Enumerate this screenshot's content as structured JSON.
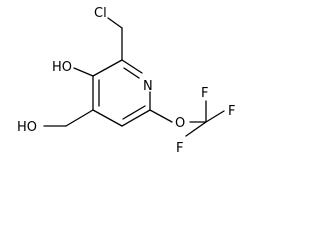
{
  "atoms": {
    "cl": "Cl",
    "ho_ring": "HO",
    "n": "N",
    "o_ether": "O",
    "f_top": "F",
    "f_left": "F",
    "f_right": "F",
    "ho_ch2": "HO"
  },
  "colors": {
    "bond": "#000000",
    "text": "#000000",
    "background": "#ffffff"
  }
}
